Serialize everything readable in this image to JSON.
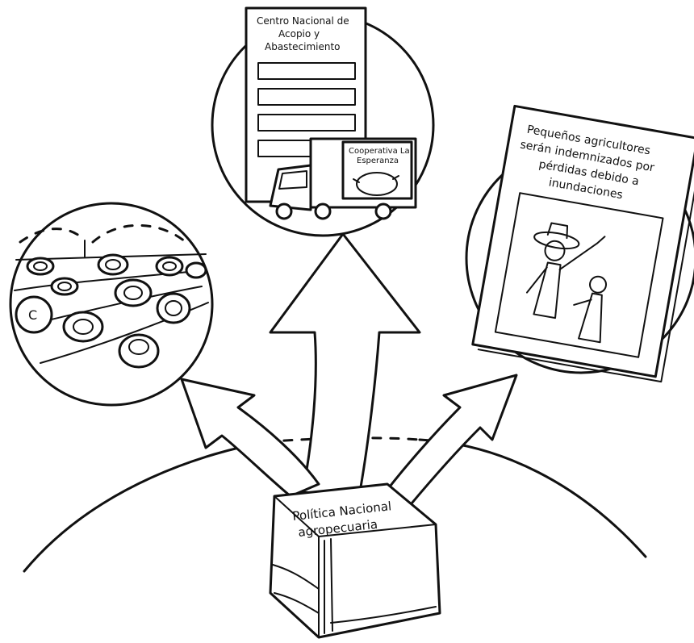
{
  "book": {
    "title_line1": "Política Nacional",
    "title_line2": "agropecuaria"
  },
  "center_bubble": {
    "building_sign_line1": "Centro Nacional de",
    "building_sign_line2": "Acopio y",
    "building_sign_line3": "Abastecimiento",
    "truck_sign_line1": "Cooperativa La",
    "truck_sign_line2": "Esperanza"
  },
  "right_bubble": {
    "headline_line1": "Pequeños agricultores",
    "headline_line2": "serán indemnizados por",
    "headline_line3": "pérdidas debido a",
    "headline_line4": "inundaciones"
  },
  "left_bubble": {
    "marker_letter": "C"
  }
}
